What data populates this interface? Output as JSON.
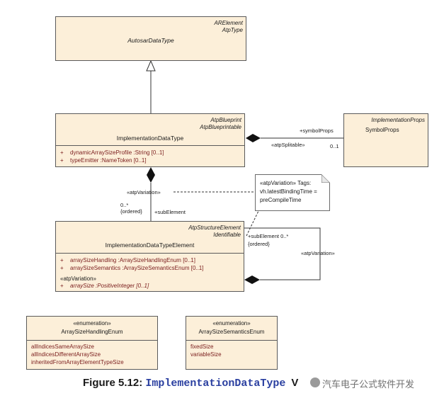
{
  "autosar_data_type": {
    "stereotypes": [
      "ARElement",
      "AtpType"
    ],
    "name": "AutosarDataType"
  },
  "implementation_data_type": {
    "stereotypes": [
      "AtpBlueprint",
      "AtpBlueprintable"
    ],
    "name": "ImplementationDataType",
    "attributes": [
      {
        "marker": "+",
        "text": "dynamicArraySizeProfile  :String [0..1]"
      },
      {
        "marker": "+",
        "text": "typeEmitter  :NameToken [0..1]"
      }
    ]
  },
  "symbol_props": {
    "stereotypes": [
      "ImplementationProps"
    ],
    "name": "SymbolProps"
  },
  "implementation_data_type_element": {
    "stereotypes": [
      "AtpStructureElement",
      "Identifiable"
    ],
    "name": "ImplementationDataTypeElement",
    "attributes": [
      {
        "marker": "+",
        "text": "arraySizeHandling  :ArraySizeHandlingEnum [0..1]"
      },
      {
        "marker": "+",
        "text": "arraySizeSemantics  :ArraySizeSemanticsEnum [0..1]"
      }
    ],
    "variation_tag": "«atpVariation»",
    "variation_attribute": {
      "marker": "+",
      "text": "arraySize  :PositiveInteger [0..1]"
    }
  },
  "note": {
    "lines": [
      "«atpVariation» Tags:",
      "vh.latestBindingTime =",
      "preCompileTime"
    ]
  },
  "labels": {
    "symbol_props_role": "+symbolProps",
    "atp_splitable": "«atpSplitable»",
    "symbol_props_mult": "0..1",
    "atp_variation_left": "«atpVariation»",
    "sub_element_mult": "0..*",
    "ordered_left": "{ordered}",
    "sub_element_role": "+subElement",
    "self_sub_element": "+subElement 0..*",
    "ordered_right": "{ordered}",
    "atp_variation_right": "«atpVariation»"
  },
  "enum_handling": {
    "stereotype": "«enumeration»",
    "name": "ArraySizeHandlingEnum",
    "literals": [
      "allIndicesSameArraySize",
      "allIndicesDifferentArraySize",
      "inheritedFromArrayElementTypeSize"
    ]
  },
  "enum_semantics": {
    "stereotype": "«enumeration»",
    "name": "ArraySizeSemanticsEnum",
    "literals": [
      "fixedSize",
      "variableSize"
    ]
  },
  "caption": {
    "prefix": "Figure 5.12: ",
    "code": "ImplementationDataType",
    "suffix": "V"
  },
  "watermark": "汽车电子公式软件开发"
}
